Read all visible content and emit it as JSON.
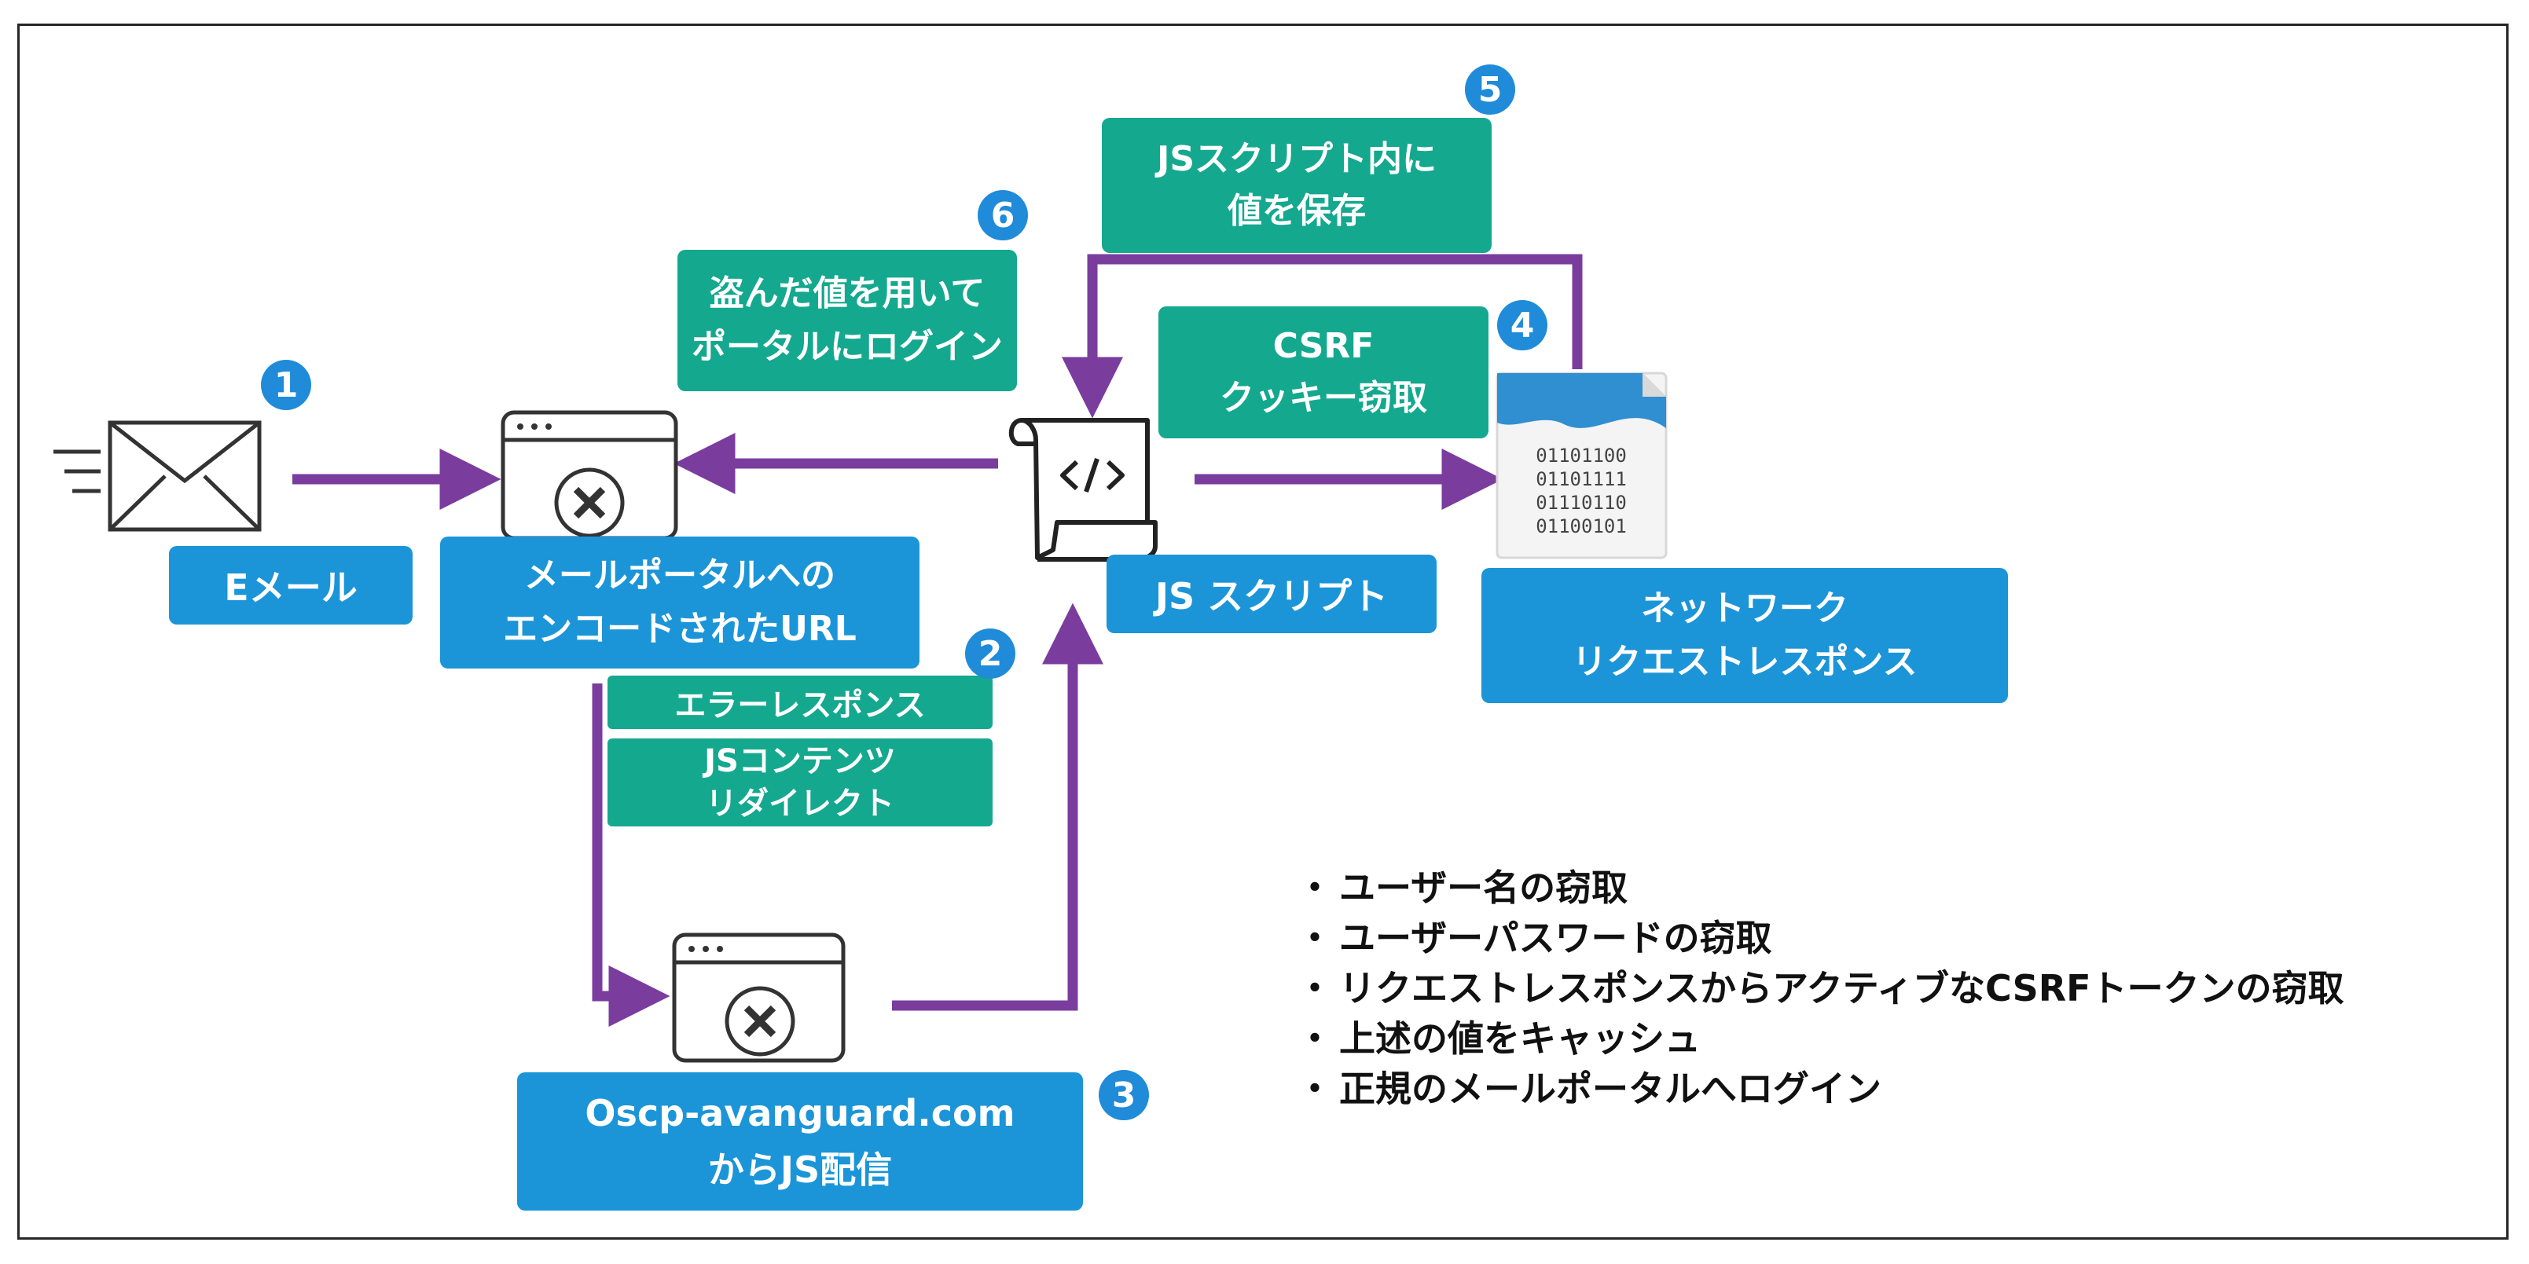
{
  "labels": {
    "email": "Eメール",
    "encoded_url": "メールポータルへの\nエンコードされたURL",
    "js_script": "JS スクリプト",
    "network": "ネットワーク\nリクエストレスポンス",
    "cdn": "Oscp-avanguard.com\nからJS配信"
  },
  "steps": {
    "error_response": "エラーレスポンス",
    "js_redirect": "JSコンテンツ\nリダイレクト",
    "csrf": "CSRF\nクッキー窃取",
    "save_value": "JSスクリプト内に\n値を保存",
    "login": "盗んだ値を用いて\nポータルにログイン"
  },
  "binary_lines": [
    "01101100",
    "01101111",
    "01110110",
    "01100101"
  ],
  "badges": [
    "1",
    "2",
    "3",
    "4",
    "5",
    "6"
  ],
  "bullet_glyph": "・",
  "findings": [
    "ユーザー名の窃取",
    "ユーザーパスワードの窃取",
    "リクエストレスポンスからアクティブなCSRFトークンの窃取",
    "上述の値をキャッシュ",
    "正規のメールポータルへログイン"
  ],
  "icons": {
    "email": "envelope-icon",
    "portal": "browser-window-x-icon",
    "script": "script-scroll-code-icon",
    "data": "binary-data-document-icon"
  },
  "colors": {
    "label_blue": "#1b95d8",
    "step_green": "#14a88f",
    "arrow_purple": "#7a3d9e",
    "badge_blue": "#1f8bd9"
  }
}
